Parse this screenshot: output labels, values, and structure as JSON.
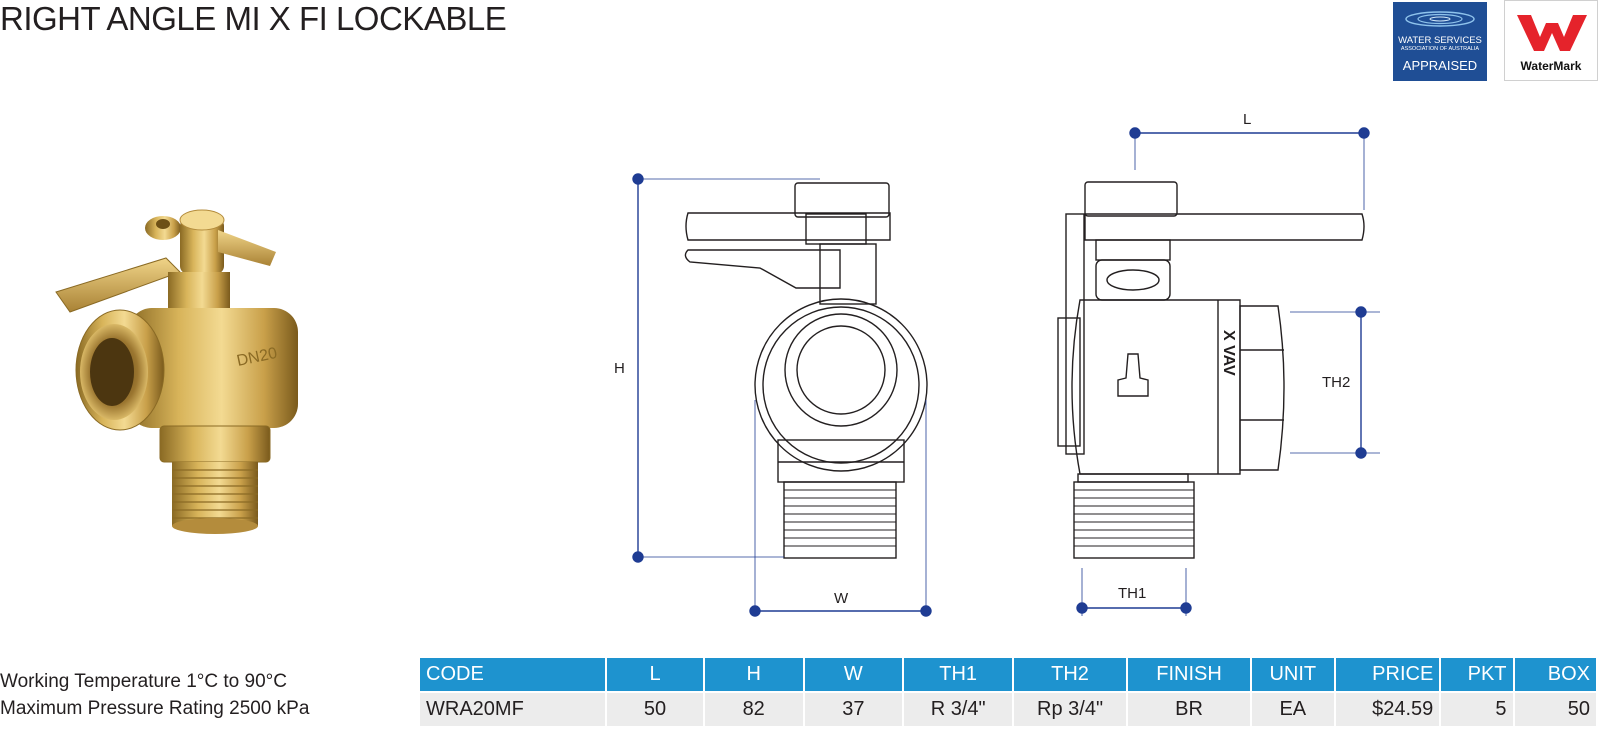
{
  "title": "RIGHT ANGLE MI X FI LOCKABLE",
  "logos": {
    "wsaa": {
      "line1": "WATER SERVICES",
      "line2": "ASSOCIATION OF AUSTRALIA",
      "line3": "APPRAISED",
      "color": "#1f4e95"
    },
    "watermark": {
      "text": "WaterMark",
      "color": "#e5232b"
    }
  },
  "drawing": {
    "labels": {
      "h": "H",
      "w": "W",
      "l": "L",
      "th1": "TH1",
      "th2": "TH2"
    },
    "side_text": "X VAV"
  },
  "specs": {
    "working_temperature": "Working Temperature 1°C to 90°C",
    "max_pressure": "Maximum Pressure Rating  2500 kPa"
  },
  "table": {
    "header_color": "#1e93cf",
    "columns": [
      "CODE",
      "L",
      "H",
      "W",
      "TH1",
      "TH2",
      "FINISH",
      "UNIT",
      "PRICE",
      "PKT",
      "BOX"
    ],
    "rows": [
      [
        "WRA20MF",
        "50",
        "82",
        "37",
        "R 3/4\"",
        "Rp 3/4\"",
        "BR",
        "EA",
        "$24.59",
        "5",
        "50"
      ]
    ]
  }
}
